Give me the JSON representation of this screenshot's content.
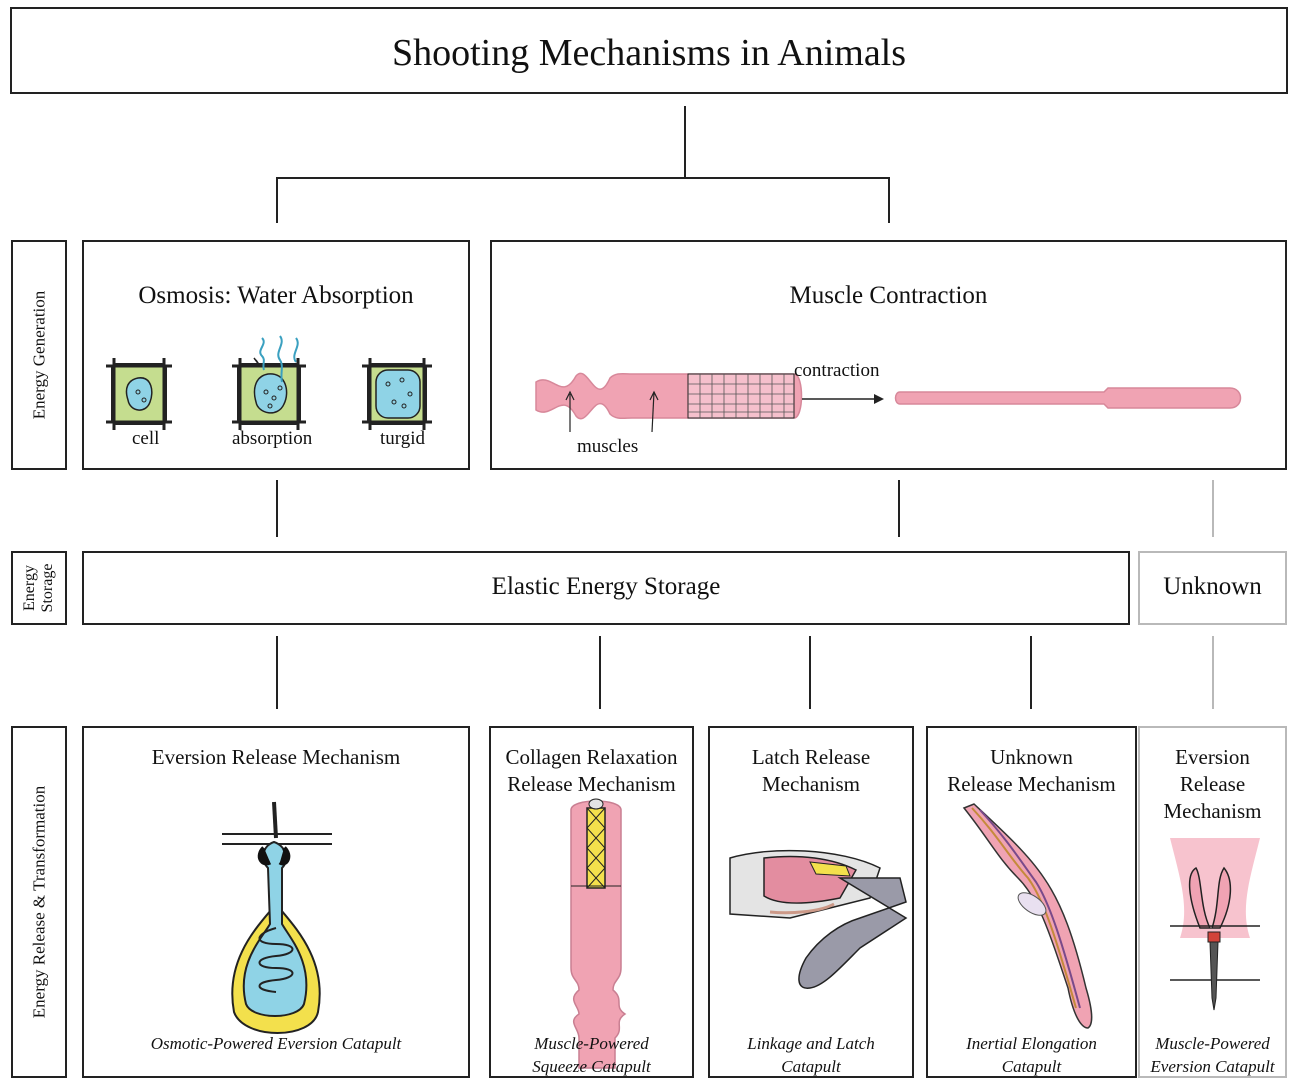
{
  "title": "Shooting Mechanisms in Animals",
  "row_labels": {
    "generation": "Energy Generation",
    "storage_1": "Energy",
    "storage_2": "Storage",
    "release": "Energy Release & Transformation"
  },
  "osmosis": {
    "title": "Osmosis: Water Absorption",
    "labels": [
      "cell",
      "absorption",
      "turgid"
    ]
  },
  "muscle": {
    "title": "Muscle Contraction",
    "contraction_label": "contraction",
    "muscles_label": "muscles"
  },
  "storage": {
    "elastic": "Elastic Energy Storage",
    "unknown": "Unknown"
  },
  "release": [
    {
      "line1": "Eversion Release Mechanism",
      "line2": "",
      "line3": "",
      "cap1": "Osmotic-Powered Eversion Catapult",
      "cap2": ""
    },
    {
      "line1": "Collagen Relaxation",
      "line2": "Release Mechanism",
      "line3": "",
      "cap1": "Muscle-Powered",
      "cap2": "Squeeze  Catapult"
    },
    {
      "line1": "Latch Release",
      "line2": "Mechanism",
      "line3": "",
      "cap1": "Linkage and Latch",
      "cap2": "Catapult"
    },
    {
      "line1": "Unknown",
      "line2": "Release Mechanism",
      "line3": "",
      "cap1": "Inertial Elongation",
      "cap2": "Catapult"
    },
    {
      "line1": "Eversion",
      "line2": "Release",
      "line3": "Mechanism",
      "cap1": "Muscle-Powered",
      "cap2": "Eversion Catapult"
    }
  ],
  "colors": {
    "cell_wall": "#c5dd8f",
    "water": "#8fd3e6",
    "muscle": "#f0a3b3",
    "capsule": "#f3e04c",
    "bone": "#9a9aa8",
    "border_grey": "#b9b9b9"
  }
}
